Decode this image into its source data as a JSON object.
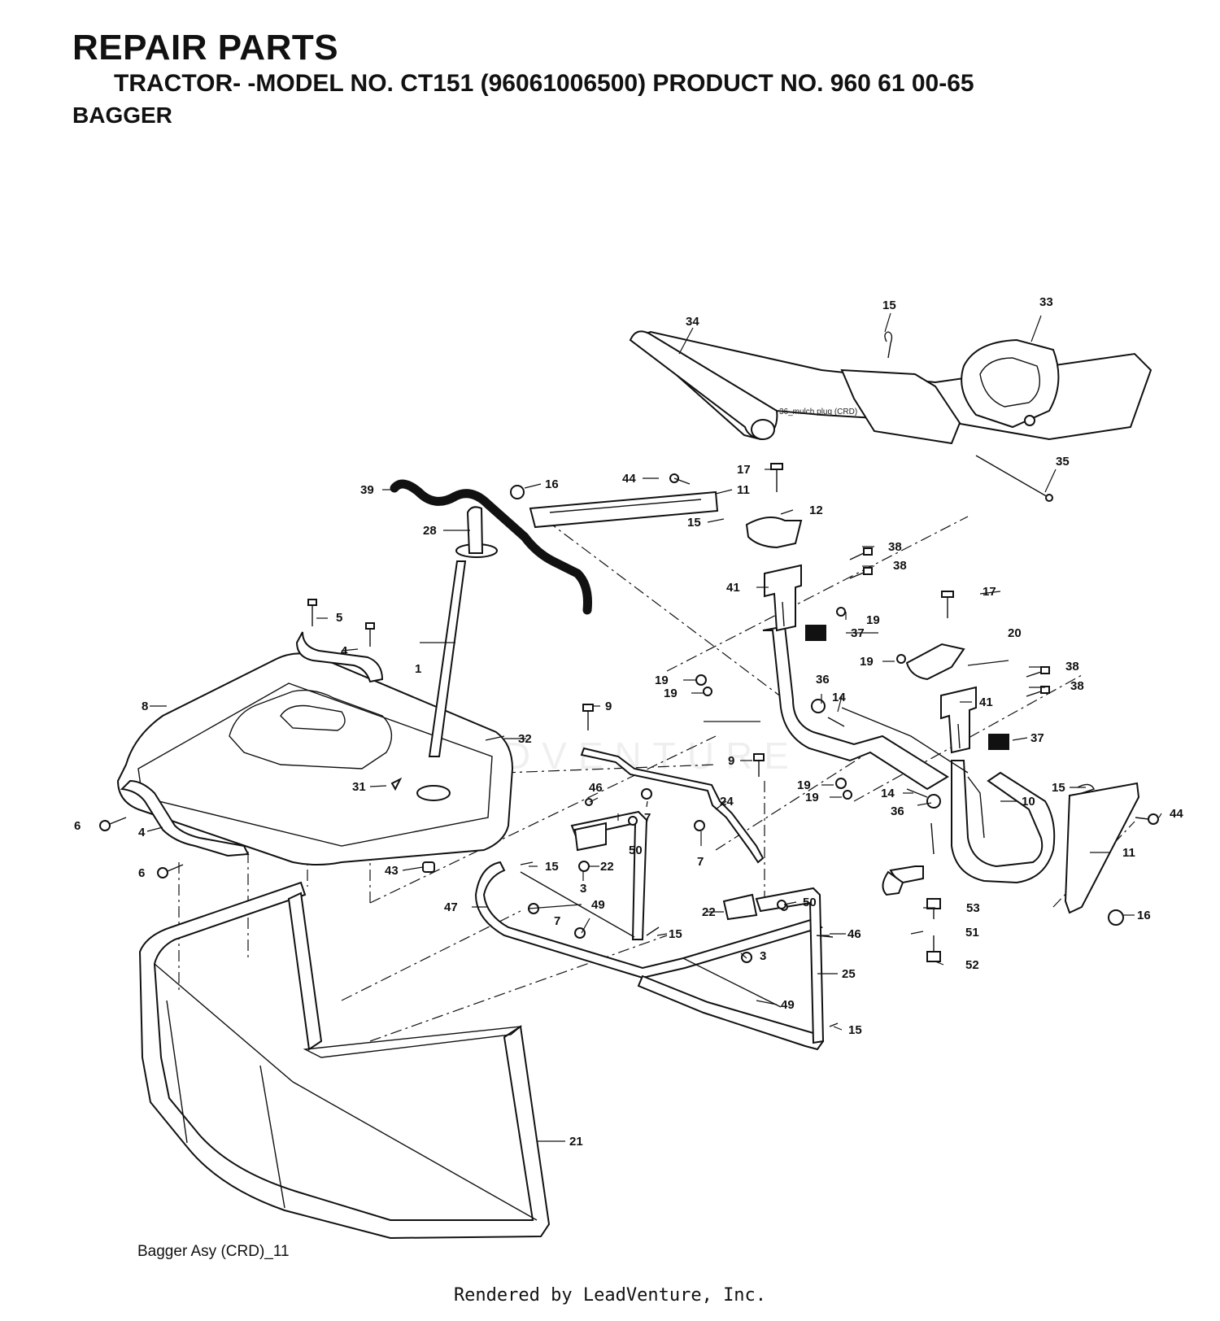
{
  "header": {
    "title": "REPAIR PARTS",
    "subtitle": "TRACTOR- -MODEL NO. CT151 (96061006500) PRODUCT NO. 960 61 00-65",
    "section": "BAGGER"
  },
  "diagram": {
    "caption": "Bagger Asy (CRD)_11",
    "inset_note": "36_mulch plug (CRD)",
    "watermark": "LEADVENTURE",
    "callouts": [
      "1",
      "3",
      "3",
      "4",
      "4",
      "5",
      "6",
      "6",
      "7",
      "7",
      "7",
      "8",
      "9",
      "9",
      "10",
      "11",
      "11",
      "12",
      "14",
      "14",
      "15",
      "15",
      "15",
      "15",
      "15",
      "15",
      "16",
      "16",
      "17",
      "17",
      "19",
      "19",
      "19",
      "19",
      "19",
      "19",
      "20",
      "21",
      "22",
      "22",
      "24",
      "25",
      "28",
      "31",
      "32",
      "33",
      "34",
      "35",
      "36",
      "36",
      "37",
      "37",
      "38",
      "38",
      "38",
      "38",
      "39",
      "41",
      "41",
      "43",
      "44",
      "44",
      "46",
      "46",
      "47",
      "49",
      "49",
      "50",
      "50",
      "51",
      "52",
      "53"
    ]
  },
  "footer": {
    "rendered_by": "Rendered by LeadVenture, Inc."
  }
}
